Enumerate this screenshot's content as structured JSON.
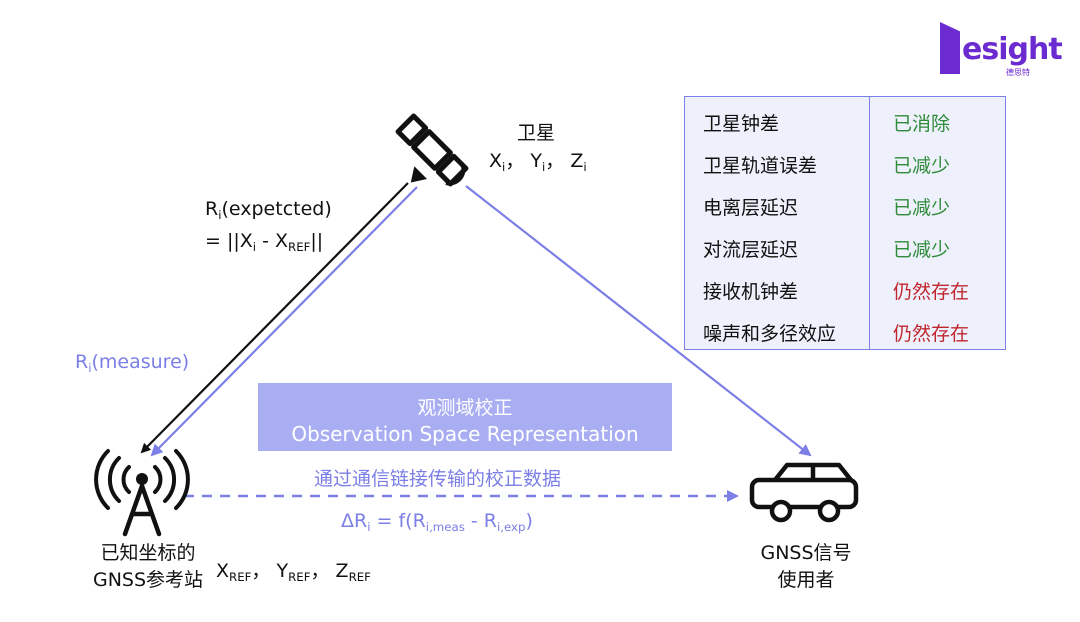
{
  "logo": {
    "word": "esight",
    "sub": "德思特"
  },
  "status_table": {
    "rows": [
      {
        "item": "卫星钟差",
        "status": "已消除",
        "color": "#2e8b3a"
      },
      {
        "item": "卫星轨道误差",
        "status": "已减少",
        "color": "#2e8b3a"
      },
      {
        "item": "电离层延迟",
        "status": "已减少",
        "color": "#2e8b3a"
      },
      {
        "item": "对流层延迟",
        "status": "已减少",
        "color": "#2e8b3a"
      },
      {
        "item": "接收机钟差",
        "status": "仍然存在",
        "color": "#c0262d"
      },
      {
        "item": "噪声和多径效应",
        "status": "仍然存在",
        "color": "#c0262d"
      }
    ]
  },
  "satellite": {
    "title": "卫星",
    "x": "X",
    "y": "Y",
    "z": "Z",
    "sub": "i",
    "sep": "，"
  },
  "expected": {
    "R": "R",
    "R_sub": "i",
    "text1": "(expetcted)",
    "eq": "= ||X",
    "x_sub": "i",
    "minus": " - X",
    "ref_sub": "REF",
    "end": "||"
  },
  "measure": {
    "R": "R",
    "sub": "i",
    "text": "(measure)"
  },
  "banner": {
    "line1": "观测域校正",
    "line2": "Observation Space Representation"
  },
  "transmit_label": "通过通信链接传输的校正数据",
  "formula": {
    "delta": "ΔR",
    "d_sub": "i",
    "eq": " = f(R",
    "meas_sub": "i,meas",
    "minus": " - R",
    "exp_sub": "i,exp",
    "end": ")"
  },
  "station": {
    "line1": "已知坐标的",
    "line2": "GNSS参考站",
    "x": "X",
    "y": "Y",
    "z": "Z",
    "sub": "REF",
    "sep": "，"
  },
  "user": {
    "line1": "GNSS信号",
    "line2": "使用者"
  },
  "colors": {
    "accent": "#7b7fe6",
    "banner": "#a9aef3",
    "black_arrow": "#111111",
    "brand": "#6b2bd0"
  },
  "icons": [
    "satellite-icon",
    "antenna-tower-icon",
    "car-icon",
    "brand-logo"
  ]
}
